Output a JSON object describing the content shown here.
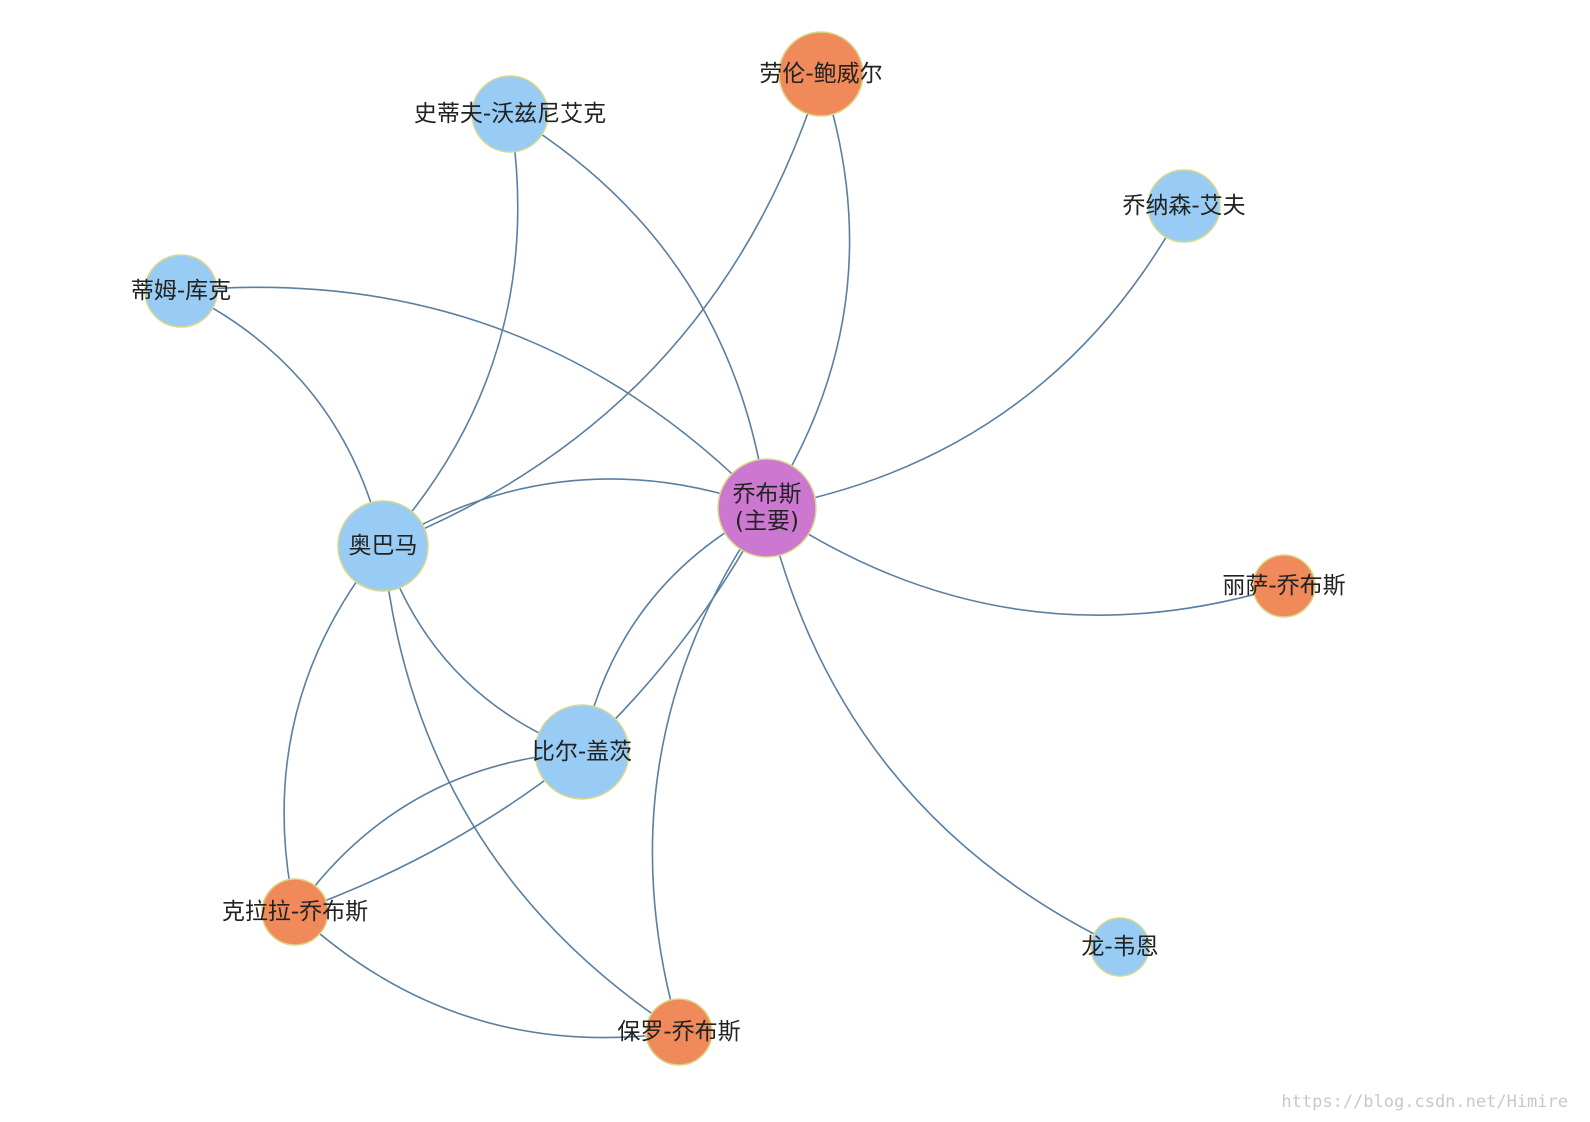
{
  "colors": {
    "blue": "#99ccf4",
    "orange": "#f08a5b",
    "purple": "#cc77d0",
    "edge": "#5a7fa0",
    "node_stroke": "#d9d98a"
  },
  "nodes": [
    {
      "id": "jobs",
      "label_lines": [
        "乔布斯",
        "(主要)"
      ],
      "category": "purple"
    },
    {
      "id": "obama",
      "label_lines": [
        "奥巴马"
      ],
      "category": "blue"
    },
    {
      "id": "gates",
      "label_lines": [
        "比尔-盖茨"
      ],
      "category": "blue"
    },
    {
      "id": "wozniak",
      "label_lines": [
        "史蒂夫-沃兹尼艾克"
      ],
      "category": "blue"
    },
    {
      "id": "powell",
      "label_lines": [
        "劳伦-鲍威尔"
      ],
      "category": "orange"
    },
    {
      "id": "ive",
      "label_lines": [
        "乔纳森-艾夫"
      ],
      "category": "blue"
    },
    {
      "id": "cook",
      "label_lines": [
        "蒂姆-库克"
      ],
      "category": "blue"
    },
    {
      "id": "lisa",
      "label_lines": [
        "丽萨-乔布斯"
      ],
      "category": "orange"
    },
    {
      "id": "clara",
      "label_lines": [
        "克拉拉-乔布斯"
      ],
      "category": "orange"
    },
    {
      "id": "paul",
      "label_lines": [
        "保罗-乔布斯"
      ],
      "category": "orange"
    },
    {
      "id": "ron",
      "label_lines": [
        "龙-韦恩"
      ],
      "category": "blue"
    }
  ],
  "edges": [
    [
      "jobs",
      "wozniak"
    ],
    [
      "jobs",
      "powell"
    ],
    [
      "jobs",
      "ive"
    ],
    [
      "jobs",
      "cook"
    ],
    [
      "jobs",
      "lisa"
    ],
    [
      "jobs",
      "ron"
    ],
    [
      "jobs",
      "obama"
    ],
    [
      "jobs",
      "gates"
    ],
    [
      "jobs",
      "gates"
    ],
    [
      "jobs",
      "paul"
    ],
    [
      "obama",
      "wozniak"
    ],
    [
      "obama",
      "powell"
    ],
    [
      "obama",
      "cook"
    ],
    [
      "obama",
      "gates"
    ],
    [
      "obama",
      "clara"
    ],
    [
      "obama",
      "paul"
    ],
    [
      "gates",
      "clara"
    ],
    [
      "gates",
      "clara"
    ],
    [
      "clara",
      "paul"
    ]
  ],
  "watermark": "https://blog.csdn.net/Himire"
}
